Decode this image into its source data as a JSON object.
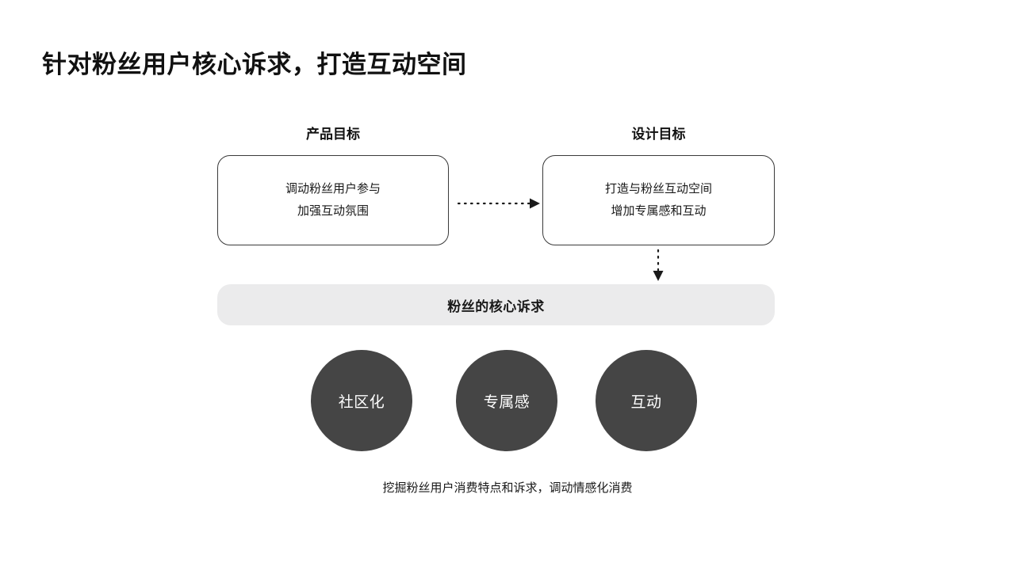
{
  "slide": {
    "title": "针对粉丝用户核心诉求，打造互动空间",
    "background_color": "#ffffff"
  },
  "columns": [
    {
      "header": "产品目标"
    },
    {
      "header": "设计目标"
    }
  ],
  "goal_boxes": [
    {
      "name": "product-goal",
      "line1": "调动粉丝用户参与",
      "line2": "加强互动氛围",
      "border_color": "#3a3a3a"
    },
    {
      "name": "design-goal",
      "line1": "打造与粉丝互动空间",
      "line2": "增加专属感和互动",
      "border_color": "#3a3a3a"
    }
  ],
  "connectors": {
    "horizontal_arrow": "dotted-arrow-right",
    "vertical_arrow": "dotted-arrow-down",
    "color": "#1a1a1a"
  },
  "banner": {
    "text": "粉丝的核心诉求",
    "background_color": "#ebebec"
  },
  "circles": [
    {
      "label": "社区化",
      "fill": "#454545",
      "text_color": "#ffffff"
    },
    {
      "label": "专属感",
      "fill": "#454545",
      "text_color": "#ffffff"
    },
    {
      "label": "互动",
      "fill": "#454545",
      "text_color": "#ffffff"
    }
  ],
  "caption": "挖掘粉丝用户消费特点和诉求，调动情感化消费"
}
